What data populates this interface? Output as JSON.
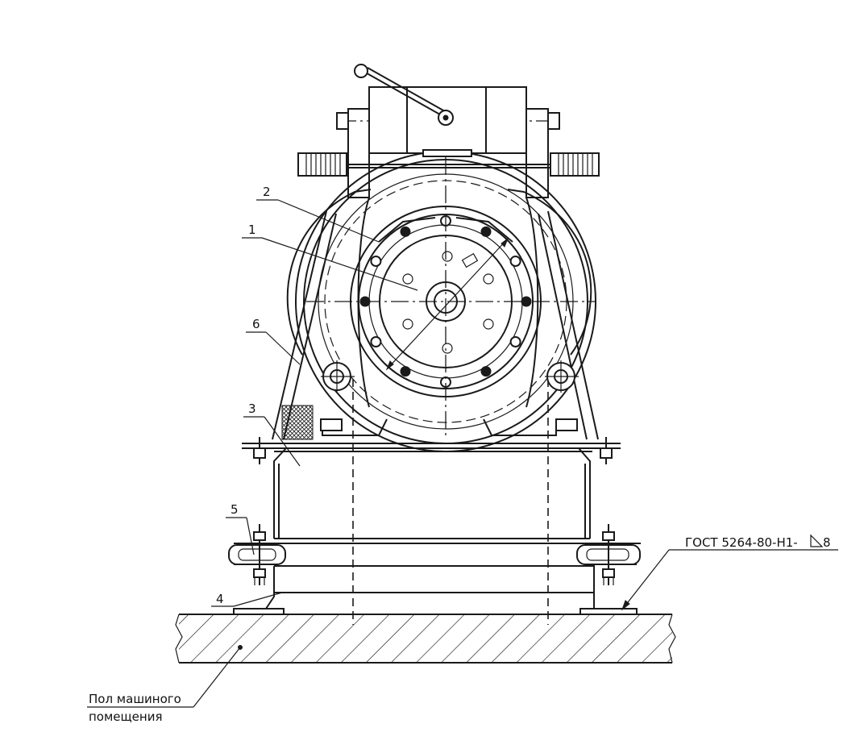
{
  "callouts": [
    {
      "number": "1"
    },
    {
      "number": "2"
    },
    {
      "number": "3"
    },
    {
      "number": "4"
    },
    {
      "number": "5"
    },
    {
      "number": "6"
    }
  ],
  "weld_note": "ГОСТ 5264-80-Н1-",
  "weld_leg": "8",
  "floor_label_line1": "Пол машиного",
  "floor_label_line2": "помещения"
}
